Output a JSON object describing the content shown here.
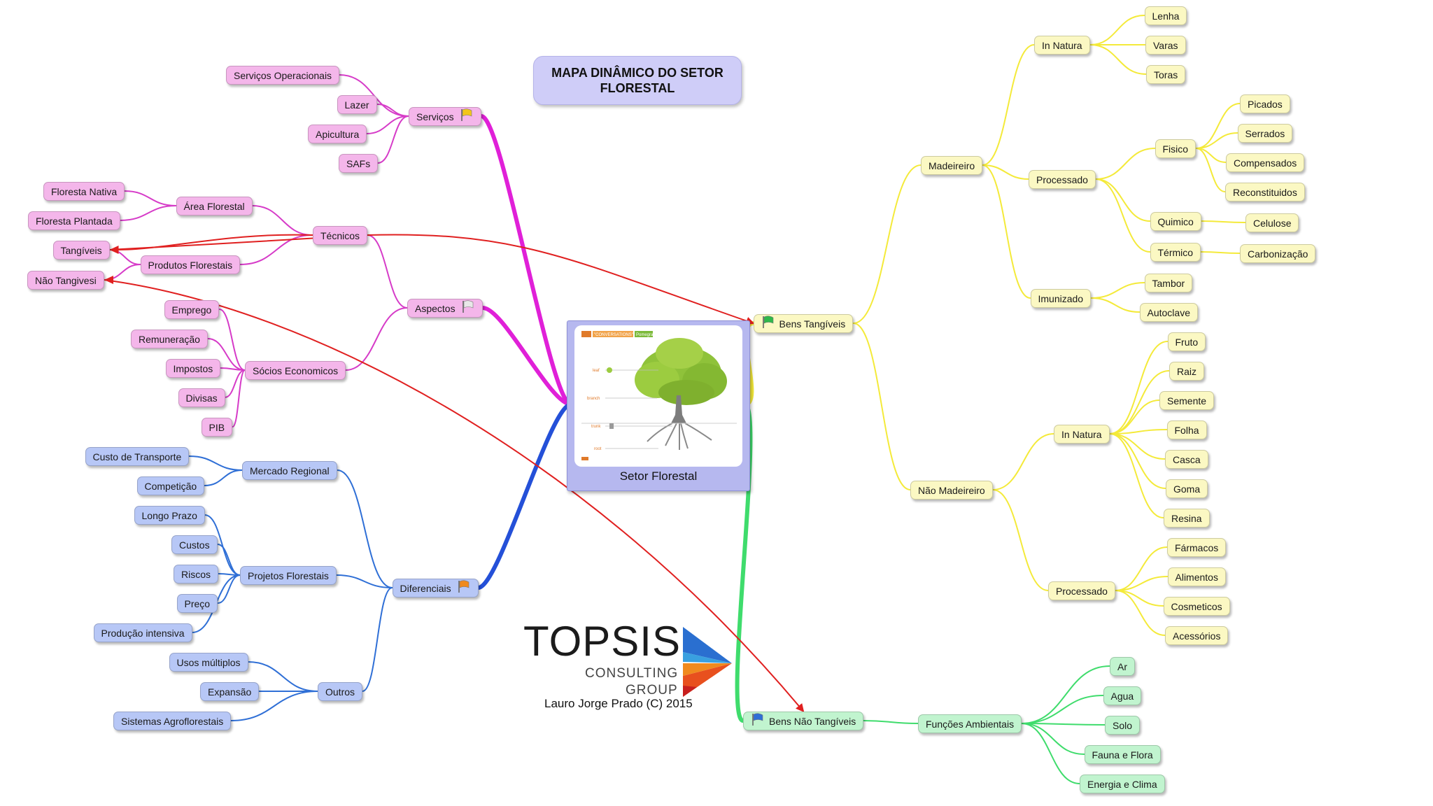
{
  "title": "MAPA DINÂMICO DO SETOR FLORESTAL",
  "central": {
    "label": "Setor Florestal",
    "slide_header": [
      "",
      "\"CONVERSATIONS\"",
      "Pomegran"
    ],
    "slide_labels": [
      "leaf",
      "branch",
      "trunk",
      "root"
    ]
  },
  "logo": {
    "name": "TOPSIS",
    "line1": "CONSULTING",
    "line2": "GROUP",
    "credit": "Lauro Jorge Prado (C) 2015"
  },
  "colors": {
    "pink": "#d63bc8",
    "blue": "#2f6fd6",
    "yellow": "#f4ea3a",
    "green": "#3fdc6c",
    "red": "#e02020",
    "magenta_trunk": "#e020d8",
    "blue_trunk": "#2450d8"
  },
  "nodes": [
    {
      "id": "servicos",
      "text": "Serviços",
      "color": "pink",
      "flag": "yellow-flag",
      "side": "L"
    },
    {
      "id": "serv_op",
      "text": "Serviços Operacionais",
      "color": "pink",
      "side": "L"
    },
    {
      "id": "lazer",
      "text": "Lazer",
      "color": "pink",
      "side": "L"
    },
    {
      "id": "apicultura",
      "text": "Apicultura",
      "color": "pink",
      "side": "L"
    },
    {
      "id": "safs",
      "text": "SAFs",
      "color": "pink",
      "side": "L"
    },
    {
      "id": "aspectos",
      "text": "Aspectos",
      "color": "pink",
      "flag": "white-flag",
      "side": "L"
    },
    {
      "id": "tecnicos",
      "text": "Técnicos",
      "color": "pink",
      "side": "L"
    },
    {
      "id": "area_flor",
      "text": "Área Florestal",
      "color": "pink",
      "side": "L"
    },
    {
      "id": "flor_nativa",
      "text": "Floresta Nativa",
      "color": "pink",
      "side": "L"
    },
    {
      "id": "flor_plantada",
      "text": "Floresta Plantada",
      "color": "pink",
      "side": "L"
    },
    {
      "id": "prod_flor",
      "text": "Produtos Florestais",
      "color": "pink",
      "side": "L"
    },
    {
      "id": "tangiveis",
      "text": "Tangíveis",
      "color": "pink",
      "side": "L"
    },
    {
      "id": "nao_tangivel",
      "text": "Não Tangivesi",
      "color": "pink",
      "side": "L"
    },
    {
      "id": "socios",
      "text": "Sócios Economicos",
      "color": "pink",
      "side": "L"
    },
    {
      "id": "emprego",
      "text": "Emprego",
      "color": "pink",
      "side": "L"
    },
    {
      "id": "remun",
      "text": "Remuneração",
      "color": "pink",
      "side": "L"
    },
    {
      "id": "impostos",
      "text": "Impostos",
      "color": "pink",
      "side": "L"
    },
    {
      "id": "divisas",
      "text": "Divisas",
      "color": "pink",
      "side": "L"
    },
    {
      "id": "pib",
      "text": "PIB",
      "color": "pink",
      "side": "L"
    },
    {
      "id": "diferenciais",
      "text": "Diferenciais",
      "color": "blue",
      "flag": "orange-flag",
      "side": "L"
    },
    {
      "id": "merc_reg",
      "text": "Mercado Regional",
      "color": "blue",
      "side": "L"
    },
    {
      "id": "custo_transp",
      "text": "Custo de Transporte",
      "color": "blue",
      "side": "L"
    },
    {
      "id": "competicao",
      "text": "Competição",
      "color": "blue",
      "side": "L"
    },
    {
      "id": "proj_flor",
      "text": "Projetos Florestais",
      "color": "blue",
      "side": "L"
    },
    {
      "id": "longo_prazo",
      "text": "Longo Prazo",
      "color": "blue",
      "side": "L"
    },
    {
      "id": "custos",
      "text": "Custos",
      "color": "blue",
      "side": "L"
    },
    {
      "id": "riscos",
      "text": "Riscos",
      "color": "blue",
      "side": "L"
    },
    {
      "id": "preco",
      "text": "Preço",
      "color": "blue",
      "side": "L"
    },
    {
      "id": "prod_intens",
      "text": "Produção intensiva",
      "color": "blue",
      "side": "L"
    },
    {
      "id": "outros",
      "text": "Outros",
      "color": "blue",
      "side": "L"
    },
    {
      "id": "usos_mult",
      "text": "Usos múltiplos",
      "color": "blue",
      "side": "L"
    },
    {
      "id": "expansao",
      "text": "Expansão",
      "color": "blue",
      "side": "L"
    },
    {
      "id": "sist_agro",
      "text": "Sistemas Agroflorestais",
      "color": "blue",
      "side": "L"
    },
    {
      "id": "bens_tang",
      "text": "Bens Tangíveis",
      "color": "yellow",
      "flag": "green-flag",
      "flagFirst": true,
      "side": "R"
    },
    {
      "id": "madeireiro",
      "text": "Madeireiro",
      "color": "yellow",
      "side": "R"
    },
    {
      "id": "in_natura1",
      "text": "In Natura",
      "color": "yellow",
      "side": "R"
    },
    {
      "id": "lenha",
      "text": "Lenha",
      "color": "yellow",
      "side": "R"
    },
    {
      "id": "varas",
      "text": "Varas",
      "color": "yellow",
      "side": "R"
    },
    {
      "id": "toras",
      "text": "Toras",
      "color": "yellow",
      "side": "R"
    },
    {
      "id": "processado1",
      "text": "Processado",
      "color": "yellow",
      "side": "R"
    },
    {
      "id": "fisico",
      "text": "Fisico",
      "color": "yellow",
      "side": "R"
    },
    {
      "id": "picados",
      "text": "Picados",
      "color": "yellow",
      "side": "R"
    },
    {
      "id": "serrados",
      "text": "Serrados",
      "color": "yellow",
      "side": "R"
    },
    {
      "id": "compensados",
      "text": "Compensados",
      "color": "yellow",
      "side": "R"
    },
    {
      "id": "reconst",
      "text": "Reconstituidos",
      "color": "yellow",
      "side": "R"
    },
    {
      "id": "quimico",
      "text": "Quimico",
      "color": "yellow",
      "side": "R"
    },
    {
      "id": "celulose",
      "text": "Celulose",
      "color": "yellow",
      "side": "R"
    },
    {
      "id": "termico",
      "text": "Térmico",
      "color": "yellow",
      "side": "R"
    },
    {
      "id": "carboniz",
      "text": "Carbonização",
      "color": "yellow",
      "side": "R"
    },
    {
      "id": "imunizado",
      "text": "Imunizado",
      "color": "yellow",
      "side": "R"
    },
    {
      "id": "tambor",
      "text": "Tambor",
      "color": "yellow",
      "side": "R"
    },
    {
      "id": "autoclave",
      "text": "Autoclave",
      "color": "yellow",
      "side": "R"
    },
    {
      "id": "nao_mad",
      "text": "Não Madeireiro",
      "color": "yellow",
      "side": "R"
    },
    {
      "id": "in_natura2",
      "text": "In Natura",
      "color": "yellow",
      "side": "R"
    },
    {
      "id": "fruto",
      "text": "Fruto",
      "color": "yellow",
      "side": "R"
    },
    {
      "id": "raiz",
      "text": "Raiz",
      "color": "yellow",
      "side": "R"
    },
    {
      "id": "semente",
      "text": "Semente",
      "color": "yellow",
      "side": "R"
    },
    {
      "id": "folha",
      "text": "Folha",
      "color": "yellow",
      "side": "R"
    },
    {
      "id": "casca",
      "text": "Casca",
      "color": "yellow",
      "side": "R"
    },
    {
      "id": "goma",
      "text": "Goma",
      "color": "yellow",
      "side": "R"
    },
    {
      "id": "resina",
      "text": "Resina",
      "color": "yellow",
      "side": "R"
    },
    {
      "id": "processado2",
      "text": "Processado",
      "color": "yellow",
      "side": "R"
    },
    {
      "id": "farmacos",
      "text": "Fármacos",
      "color": "yellow",
      "side": "R"
    },
    {
      "id": "alimentos",
      "text": "Alimentos",
      "color": "yellow",
      "side": "R"
    },
    {
      "id": "cosmeticos",
      "text": "Cosmeticos",
      "color": "yellow",
      "side": "R"
    },
    {
      "id": "acessorios",
      "text": "Acessórios",
      "color": "yellow",
      "side": "R"
    },
    {
      "id": "bens_nao_tang",
      "text": "Bens Não Tangíveis",
      "color": "green",
      "flag": "blue-flag",
      "flagFirst": true,
      "side": "R"
    },
    {
      "id": "func_amb",
      "text": "Funções Ambientais",
      "color": "green",
      "side": "R"
    },
    {
      "id": "ar",
      "text": "Ar",
      "color": "green",
      "side": "R"
    },
    {
      "id": "agua",
      "text": "Agua",
      "color": "green",
      "side": "R"
    },
    {
      "id": "solo",
      "text": "Solo",
      "color": "green",
      "side": "R"
    },
    {
      "id": "fauna",
      "text": "Fauna e Flora",
      "color": "green",
      "side": "R"
    },
    {
      "id": "energia",
      "text": "Energia e Clima",
      "color": "green",
      "side": "R"
    }
  ],
  "edges": [
    [
      "servicos",
      "serv_op"
    ],
    [
      "servicos",
      "lazer"
    ],
    [
      "servicos",
      "apicultura"
    ],
    [
      "servicos",
      "safs"
    ],
    [
      "aspectos",
      "tecnicos"
    ],
    [
      "aspectos",
      "socios"
    ],
    [
      "tecnicos",
      "area_flor"
    ],
    [
      "tecnicos",
      "prod_flor"
    ],
    [
      "area_flor",
      "flor_nativa"
    ],
    [
      "area_flor",
      "flor_plantada"
    ],
    [
      "prod_flor",
      "tangiveis"
    ],
    [
      "prod_flor",
      "nao_tangivel"
    ],
    [
      "socios",
      "emprego"
    ],
    [
      "socios",
      "remun"
    ],
    [
      "socios",
      "impostos"
    ],
    [
      "socios",
      "divisas"
    ],
    [
      "socios",
      "pib"
    ],
    [
      "diferenciais",
      "merc_reg"
    ],
    [
      "diferenciais",
      "proj_flor"
    ],
    [
      "diferenciais",
      "outros"
    ],
    [
      "merc_reg",
      "custo_transp"
    ],
    [
      "merc_reg",
      "competicao"
    ],
    [
      "proj_flor",
      "longo_prazo"
    ],
    [
      "proj_flor",
      "custos"
    ],
    [
      "proj_flor",
      "riscos"
    ],
    [
      "proj_flor",
      "preco"
    ],
    [
      "proj_flor",
      "prod_intens"
    ],
    [
      "outros",
      "usos_mult"
    ],
    [
      "outros",
      "expansao"
    ],
    [
      "outros",
      "sist_agro"
    ],
    [
      "bens_tang",
      "madeireiro"
    ],
    [
      "bens_tang",
      "nao_mad"
    ],
    [
      "madeireiro",
      "in_natura1"
    ],
    [
      "madeireiro",
      "processado1"
    ],
    [
      "madeireiro",
      "imunizado"
    ],
    [
      "in_natura1",
      "lenha"
    ],
    [
      "in_natura1",
      "varas"
    ],
    [
      "in_natura1",
      "toras"
    ],
    [
      "processado1",
      "fisico"
    ],
    [
      "processado1",
      "quimico"
    ],
    [
      "processado1",
      "termico"
    ],
    [
      "fisico",
      "picados"
    ],
    [
      "fisico",
      "serrados"
    ],
    [
      "fisico",
      "compensados"
    ],
    [
      "fisico",
      "reconst"
    ],
    [
      "quimico",
      "celulose"
    ],
    [
      "termico",
      "carboniz"
    ],
    [
      "imunizado",
      "tambor"
    ],
    [
      "imunizado",
      "autoclave"
    ],
    [
      "nao_mad",
      "in_natura2"
    ],
    [
      "nao_mad",
      "processado2"
    ],
    [
      "in_natura2",
      "fruto"
    ],
    [
      "in_natura2",
      "raiz"
    ],
    [
      "in_natura2",
      "semente"
    ],
    [
      "in_natura2",
      "folha"
    ],
    [
      "in_natura2",
      "casca"
    ],
    [
      "in_natura2",
      "goma"
    ],
    [
      "in_natura2",
      "resina"
    ],
    [
      "processado2",
      "farmacos"
    ],
    [
      "processado2",
      "alimentos"
    ],
    [
      "processado2",
      "cosmeticos"
    ],
    [
      "processado2",
      "acessorios"
    ],
    [
      "bens_nao_tang",
      "func_amb"
    ],
    [
      "func_amb",
      "ar"
    ],
    [
      "func_amb",
      "agua"
    ],
    [
      "func_amb",
      "solo"
    ],
    [
      "func_amb",
      "fauna"
    ],
    [
      "func_amb",
      "energia"
    ]
  ],
  "trunks": [
    [
      "central",
      "servicos",
      "magenta_trunk"
    ],
    [
      "central",
      "aspectos",
      "magenta_trunk"
    ],
    [
      "central",
      "diferenciais",
      "blue_trunk"
    ],
    [
      "central",
      "bens_tang",
      "yellow"
    ],
    [
      "central",
      "bens_nao_tang",
      "green"
    ]
  ],
  "relations": [
    [
      "tecnicos",
      "bens_tang",
      "both"
    ],
    [
      "tangiveis",
      "tecnicos",
      "start"
    ],
    [
      "nao_tangivel",
      "bens_nao_tang",
      "both"
    ]
  ]
}
